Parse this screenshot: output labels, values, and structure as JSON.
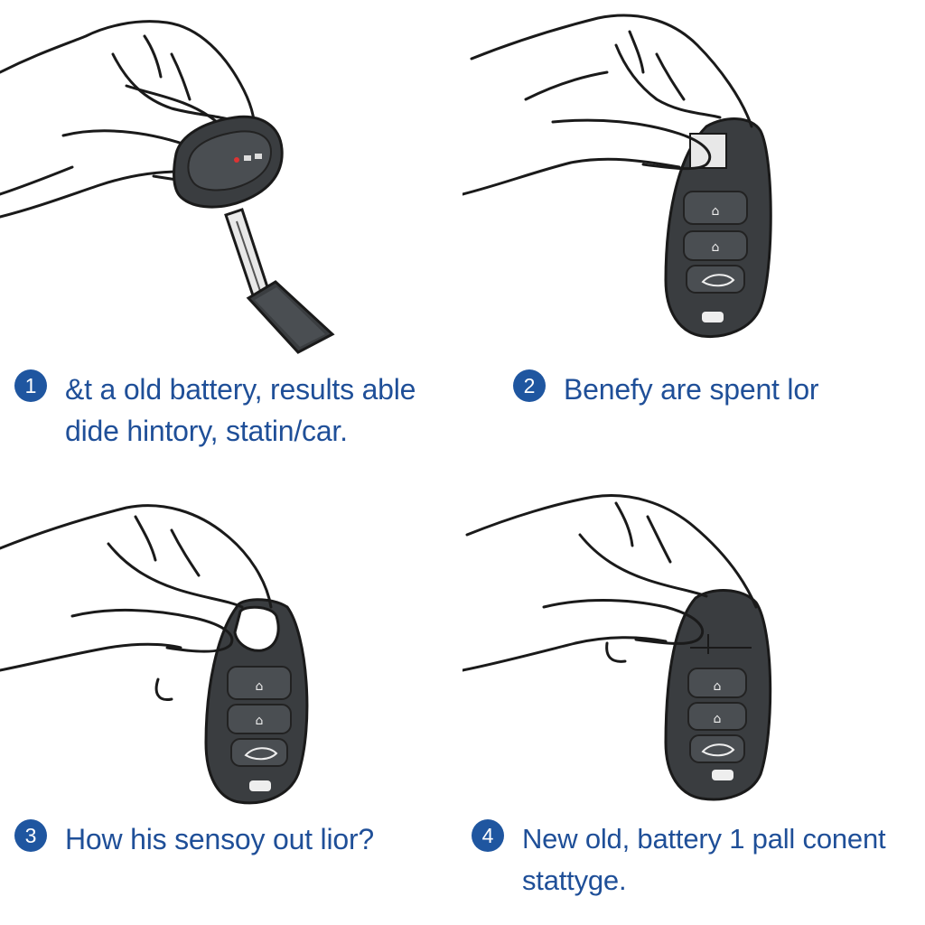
{
  "colors": {
    "accent": "#1f56a0",
    "caption_text": "#1f4f98",
    "fob_body": "#3a3d40",
    "outline": "#1a1a1a"
  },
  "steps": [
    {
      "number": "1",
      "lines": [
        "&t a old battery, results able",
        "dide hintory, statin/car."
      ],
      "illustration": "hand-holding-key-with-blade"
    },
    {
      "number": "2",
      "lines": [
        "Benefy are spent lor"
      ],
      "illustration": "hand-opening-fob-case"
    },
    {
      "number": "3",
      "lines": [
        "How his sensoy out lior?"
      ],
      "illustration": "hand-holding-fob-by-ring"
    },
    {
      "number": "4",
      "lines": [
        "New old, battery 1 pall conent",
        "stattyge."
      ],
      "illustration": "hand-pressing-fob-top"
    }
  ]
}
